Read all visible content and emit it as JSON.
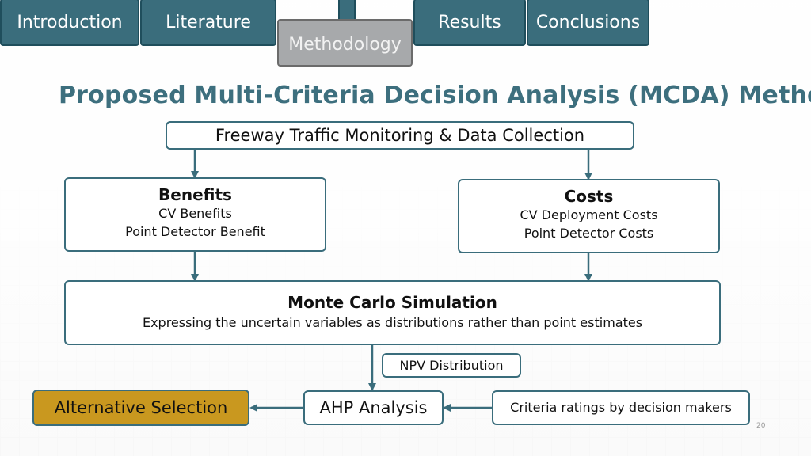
{
  "nav": {
    "tabs": [
      {
        "label": "Introduction",
        "active": false
      },
      {
        "label": "Literature",
        "active": false
      },
      {
        "label": "Methodology",
        "active": true
      },
      {
        "label": "Results",
        "active": false
      },
      {
        "label": "Conclusions",
        "active": false
      }
    ]
  },
  "slide": {
    "title": "Proposed Multi-Criteria Decision Analysis (MCDA) Method",
    "page_number": "20"
  },
  "diagram": {
    "monitoring": {
      "label": "Freeway Traffic Monitoring & Data Collection"
    },
    "benefits": {
      "title": "Benefits",
      "lines": [
        "CV Benefits",
        "Point Detector Benefit"
      ]
    },
    "costs": {
      "title": "Costs",
      "lines": [
        "CV Deployment Costs",
        "Point Detector Costs"
      ]
    },
    "monte_carlo": {
      "title": "Monte Carlo Simulation",
      "subtitle": "Expressing the uncertain variables as distributions rather than point estimates"
    },
    "npv": {
      "label": "NPV Distribution"
    },
    "ahp": {
      "label": "AHP Analysis"
    },
    "criteria": {
      "label": "Criteria ratings by decision makers"
    },
    "alternative": {
      "label": "Alternative Selection"
    }
  },
  "colors": {
    "tab_fill": "#3a6d7c",
    "tab_border": "#1f4e5c",
    "active_tab_fill": "#a7a9ab",
    "title_color": "#3d6f7e",
    "box_border": "#3a6d7c",
    "highlight_fill": "#c9981f"
  }
}
